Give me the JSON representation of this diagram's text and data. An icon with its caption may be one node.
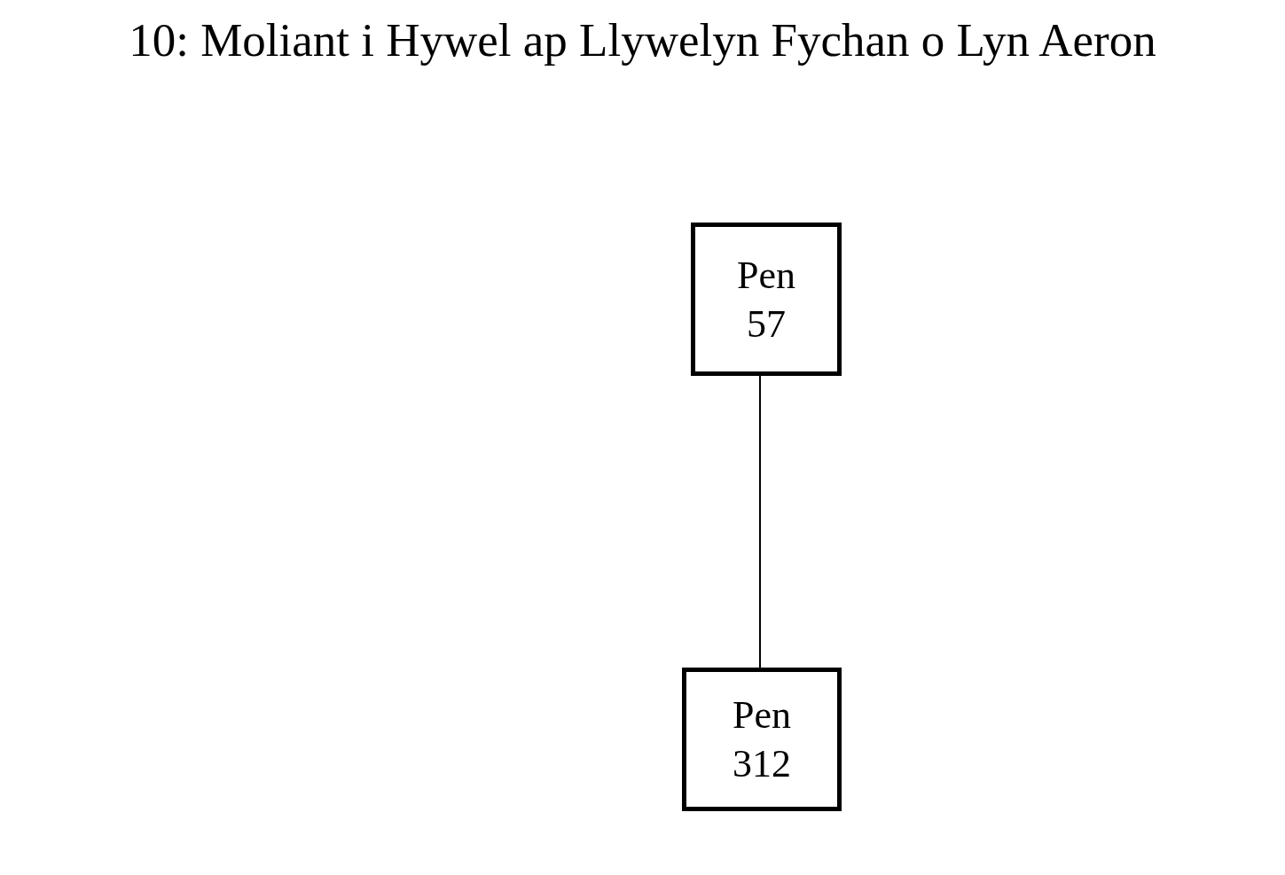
{
  "diagram": {
    "title": "10: Moliant i Hywel ap Llywelyn Fychan o Lyn Aeron",
    "nodes": [
      {
        "text": [
          "Pen 57"
        ]
      },
      {
        "text": [
          "Pen 312"
        ]
      }
    ],
    "edges": [
      {
        "from": 0,
        "to": 1,
        "arrow": "none"
      }
    ]
  }
}
